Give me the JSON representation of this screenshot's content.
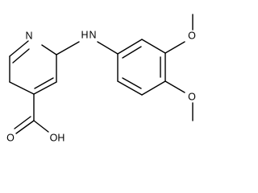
{
  "structure": {
    "atoms": [
      {
        "id": "n_ring",
        "label": "N"
      },
      {
        "id": "n_amine",
        "label": "H N"
      },
      {
        "id": "o_methoxy_top",
        "label": "O"
      },
      {
        "id": "o_methoxy_bottom",
        "label": "O"
      },
      {
        "id": "o_carbonyl",
        "label": "O"
      },
      {
        "id": "o_hydroxyl",
        "label": "OH"
      }
    ]
  }
}
